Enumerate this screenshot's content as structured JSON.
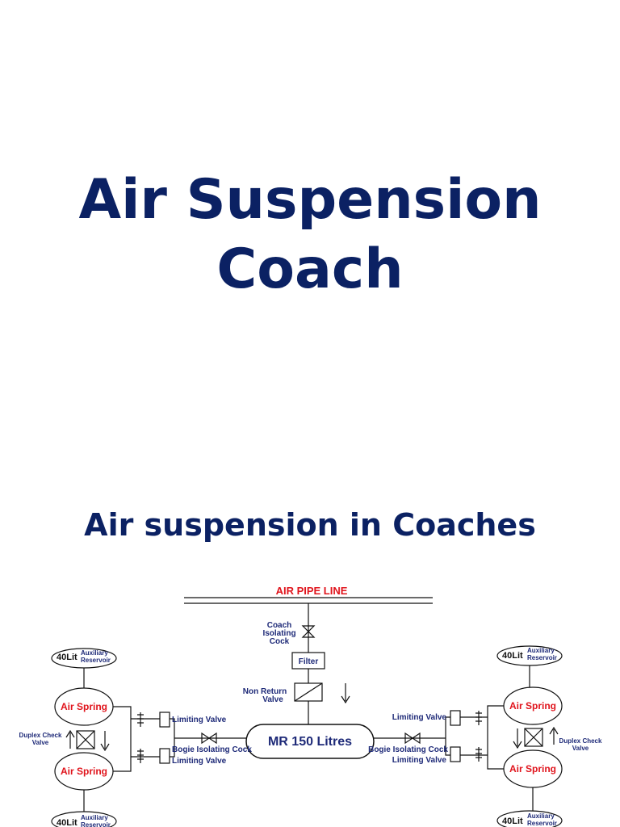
{
  "slide": {
    "title_line1": "Air Suspension",
    "title_line2": "Coach"
  },
  "section": {
    "title": "Air suspension in Coaches"
  },
  "diagram": {
    "air_pipe_line": "AIR PIPE LINE",
    "coach_isolating_cock": [
      "Coach",
      "Isolating",
      "Cock"
    ],
    "filter": "Filter",
    "non_return_valve": [
      "Non Return",
      "Valve"
    ],
    "mr_tank": "MR 150 Litres",
    "air_spring": "Air Spring",
    "limiting_valve": "Limiting Valve",
    "bogie_isolating_cock": "Bogie Isolating Cock",
    "duplex_check_valve": [
      "Duplex Check",
      "Valve"
    ],
    "reservoir_size": "40Lit",
    "reservoir_label": [
      "Auxiliary",
      "Reservoir"
    ],
    "colors": {
      "title": "#0b2163",
      "label_blue": "#1e2a78",
      "label_red": "#e0141c"
    }
  }
}
